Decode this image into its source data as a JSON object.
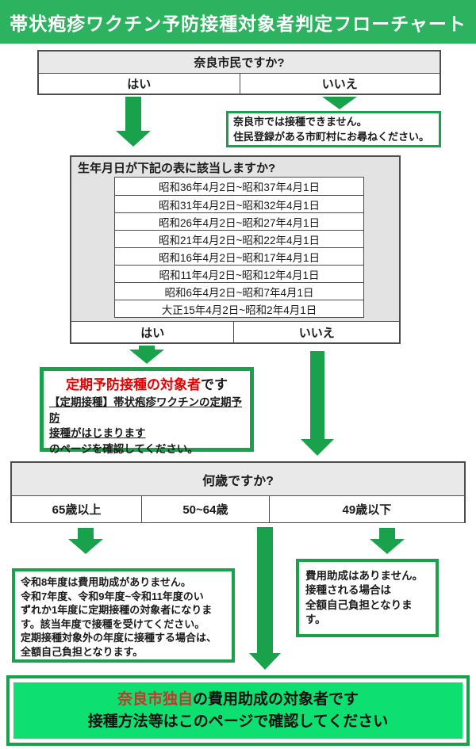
{
  "title": "帯状疱疹ワクチン予防接種対象者判定フローチャート",
  "colors": {
    "header_green": "#2db25f",
    "arrow_green": "#19a24b",
    "bright_green": "#0de071",
    "gray_header": "#e9e9e9",
    "red_emphasis": "#e60000",
    "red_city": "#c0392b"
  },
  "q1": {
    "question": "奈良市民ですか?",
    "yes": "はい",
    "no": "いいえ"
  },
  "msg_not_nara": {
    "line1": "奈良市では接種できません。",
    "line2": "住民登録がある市町村にお尋ねください。"
  },
  "q2": {
    "question": "生年月日が下記の表に該当しますか?",
    "birth_ranges": [
      "昭和36年4月2日~昭和37年4月1日",
      "昭和31年4月2日~昭和32年4月1日",
      "昭和26年4月2日~昭和27年4月1日",
      "昭和21年4月2日~昭和22年4月1日",
      "昭和16年4月2日~昭和17年4月1日",
      "昭和11年4月2日~昭和12年4月1日",
      "昭和6年4月2日~昭和7年4月1日",
      "大正15年4月2日~昭和2年4月1日"
    ],
    "yes": "はい",
    "no": "いいえ"
  },
  "routine_box": {
    "title_red": "定期予防接種の対象者",
    "title_suffix": "です",
    "link_line1": "【定期接種】帯状疱疹ワクチンの定期予防",
    "link_line2": "接種がはじまります",
    "tail": "のページを確認してください。"
  },
  "q3": {
    "question": "何歳ですか?",
    "options": [
      "65歳以上",
      "50~64歳",
      "49歳以下"
    ]
  },
  "no_subsidy_r8_box": {
    "lines": [
      "令和8年度は費用助成がありません。",
      "令和7年度、令和9年度~令和11年度のい",
      "ずれか1年度に定期接種の対象者になりま",
      "す。該当年度で接種を受けてください。",
      "定期接種対象外の年度に接種する場合は、",
      "全額自己負担となります。"
    ]
  },
  "no_subsidy_box": {
    "lines": [
      "費用助成はありません。",
      "接種される場合は",
      "全額自己負担となります。"
    ]
  },
  "subsidy_box": {
    "highlight": "奈良市独自",
    "line1_rest": "の費用助成の対象者です",
    "line2": "接種方法等はこのページで確認してください"
  }
}
